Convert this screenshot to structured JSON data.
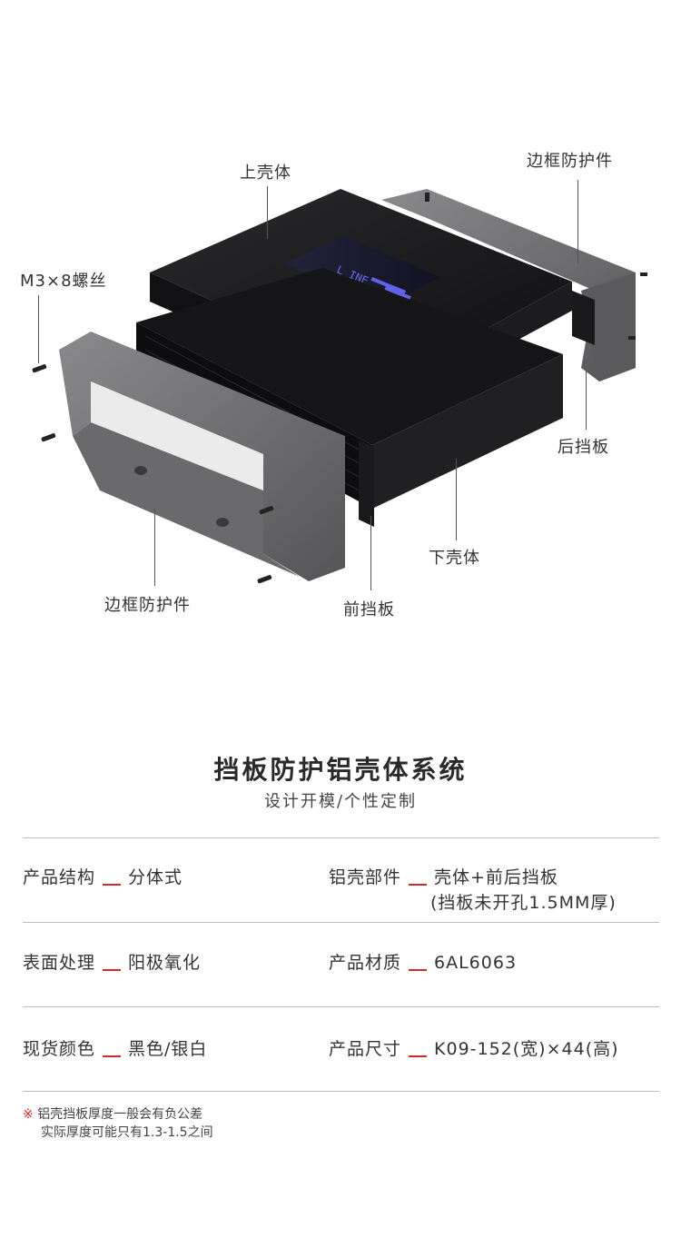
{
  "illustration": {
    "callouts": {
      "top_shell": "上壳体",
      "frame_guard_right": "边框防护件",
      "screw": "M3×8螺丝",
      "rear_panel": "后挡板",
      "bottom_shell": "下壳体",
      "frame_guard_left": "边框防护件",
      "front_panel": "前挡板"
    },
    "display_text": "L INE",
    "colors": {
      "shell": "#1a1a1c",
      "frame": "#6e6e70",
      "screen": "#4b4fd0"
    }
  },
  "heading": {
    "title": "挡板防护铝壳体系统",
    "subtitle": "设计开模/个性定制"
  },
  "specs": [
    {
      "label": "产品结构",
      "value": "分体式"
    },
    {
      "label": "铝壳部件",
      "value": "壳体+前后挡板",
      "extra": "(挡板未开孔1.5MM厚)"
    },
    {
      "label": "表面处理",
      "value": "阳极氧化"
    },
    {
      "label": "产品材质",
      "value": "6AL6063"
    },
    {
      "label": "现货颜色",
      "value": "黑色/银白"
    },
    {
      "label": "产品尺寸",
      "value": "K09-152(宽)×44(高)"
    }
  ],
  "note": {
    "mark": "※",
    "line1": "铝壳挡板厚度一般会有负公差",
    "line2": "实际厚度可能只有1.3-1.5之间"
  },
  "accent_color": "#d22b2b"
}
